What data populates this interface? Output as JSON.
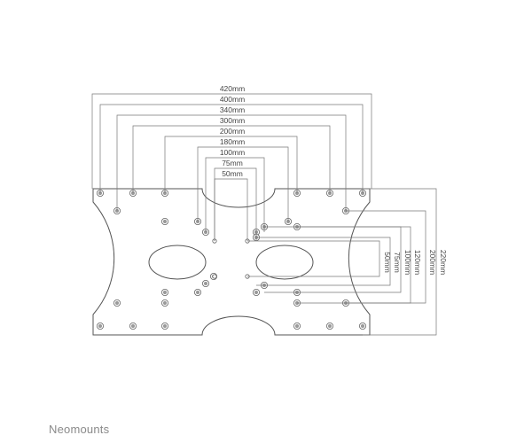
{
  "horizontal_dimensions": [
    "420mm",
    "400mm",
    "340mm",
    "300mm",
    "200mm",
    "180mm",
    "100mm",
    "75mm",
    "50mm"
  ],
  "vertical_dimensions": [
    "50mm",
    "75mm",
    "100mm",
    "120mm",
    "200mm",
    "220mm"
  ],
  "brand": "Neomounts",
  "colors": {
    "line": "#555555",
    "hole_fill": "#9a9a9a",
    "text": "#444444",
    "brand": "#8a8a8a"
  }
}
